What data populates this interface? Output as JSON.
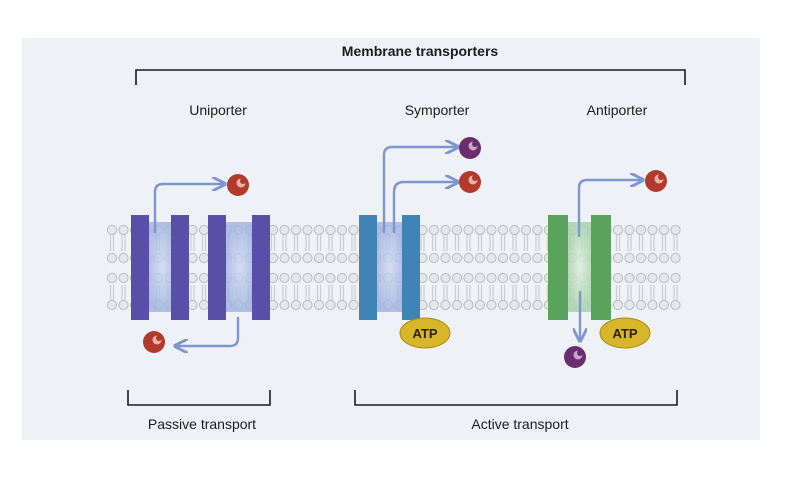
{
  "title": "Membrane transporters",
  "transporters": {
    "uniporter": "Uniporter",
    "symporter": "Symporter",
    "antiporter": "Antiporter"
  },
  "groups": {
    "passive": "Passive transport",
    "active": "Active transport"
  },
  "atp_label": "ATP",
  "colors": {
    "background": "#eef2f7",
    "membrane_head": "#e6e7eb",
    "membrane_tail": "#c9ccd3",
    "uniporter": "#5a4fa8",
    "symporter": "#3f84b5",
    "antiporter": "#5aa35c",
    "arrow": "#7f95cf",
    "molecule_red": "#b23a2c",
    "molecule_purple": "#6a2d6e",
    "atp": "#d7b62a"
  }
}
